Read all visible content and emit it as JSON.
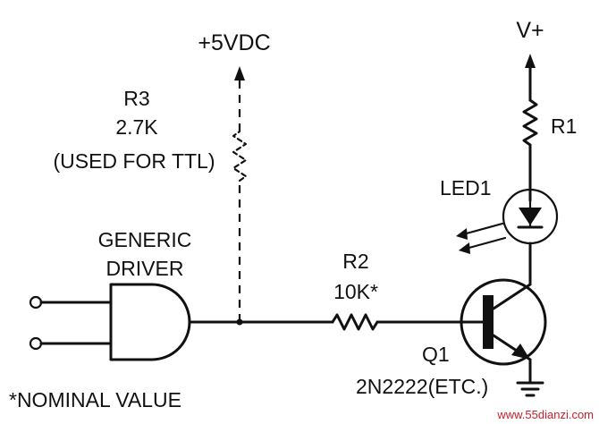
{
  "labels": {
    "supply_5v": "+5VDC",
    "r3_name": "R3",
    "r3_value": "2.7K",
    "r3_note": "(USED FOR TTL)",
    "vplus": "V+",
    "r1_name": "R1",
    "led_name": "LED1",
    "driver_line1": "GENERIC",
    "driver_line2": "DRIVER",
    "r2_name": "R2",
    "r2_value": "10K*",
    "q1_name": "Q1",
    "q1_part": "2N2222(ETC.)",
    "footnote": "*NOMINAL VALUE"
  },
  "watermark": "www.55dianzi.com",
  "colors": {
    "ink": "#111111",
    "watermark": "#c8202a"
  }
}
